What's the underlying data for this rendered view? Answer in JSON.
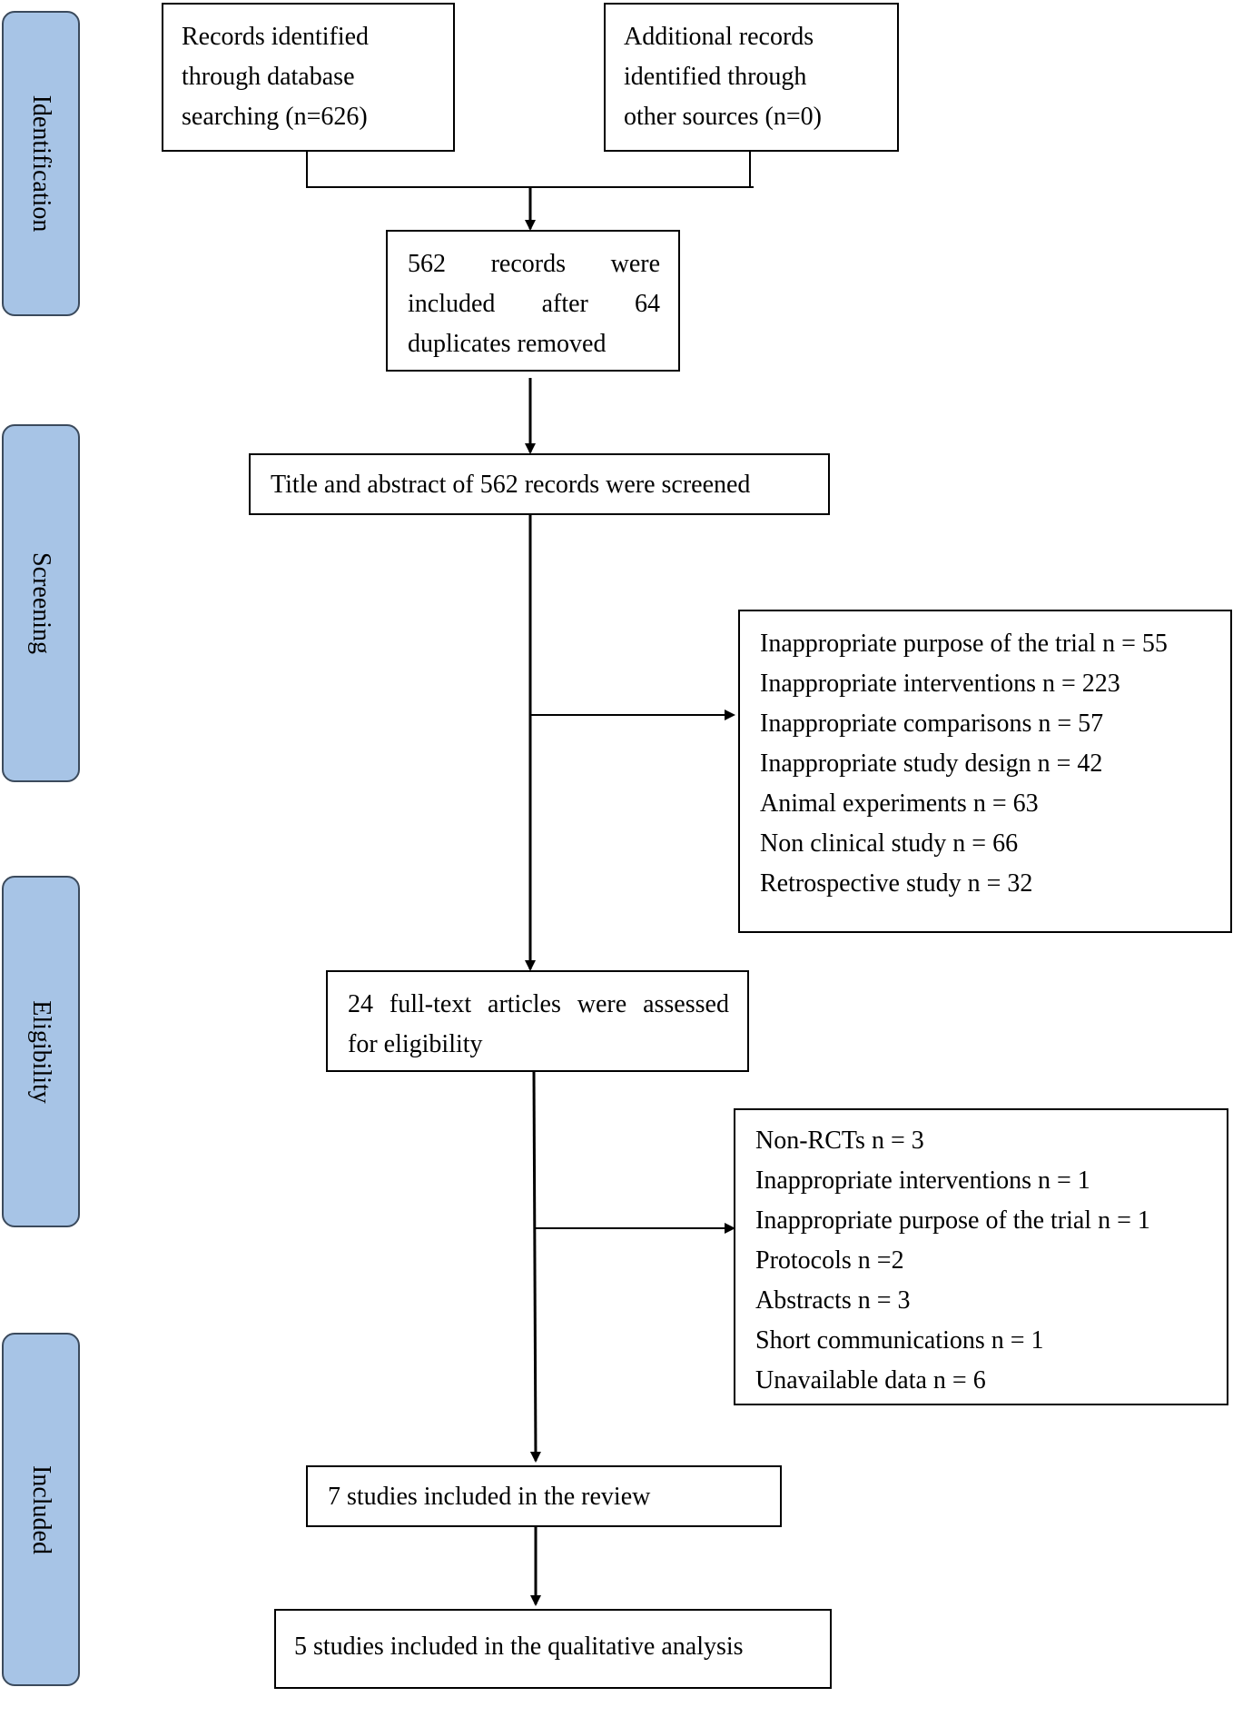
{
  "stages": {
    "identification": "Identification",
    "screening": "Screening",
    "eligibility": "Eligibility",
    "included": "Included"
  },
  "boxes": {
    "database": {
      "lines": [
        "Records identified",
        "through database",
        "searching (n=626)"
      ]
    },
    "other_sources": {
      "lines": [
        "Additional records",
        "identified through",
        "other sources (n=0)"
      ]
    },
    "duplicates": {
      "line1": [
        "562",
        "records",
        "were"
      ],
      "line2": [
        "included",
        "after",
        "64"
      ],
      "line3": "duplicates removed"
    },
    "screened": {
      "text": "Title and abstract of 562 records were screened"
    },
    "screen_excluded": {
      "items": [
        "Inappropriate purpose of the trial n = 55",
        "Inappropriate interventions n = 223",
        "Inappropriate comparisons n = 57",
        "Inappropriate study design n = 42",
        "Animal experiments n = 63",
        "Non clinical study n = 66",
        "Retrospective study n = 32"
      ]
    },
    "fulltext": {
      "line1": [
        "24",
        "full-text",
        "articles",
        "were",
        "assessed"
      ],
      "line2": "for eligibility"
    },
    "fulltext_excluded": {
      "items": [
        "Non-RCTs n = 3",
        "Inappropriate interventions n = 1",
        "Inappropriate purpose of the trial n = 1",
        "Protocols n =2",
        "Abstracts n = 3",
        "Short communications n = 1",
        "Unavailable data n = 6"
      ]
    },
    "review": {
      "text": "7 studies included in the review"
    },
    "qualitative": {
      "text": "5 studies included in the qualitative analysis"
    }
  }
}
